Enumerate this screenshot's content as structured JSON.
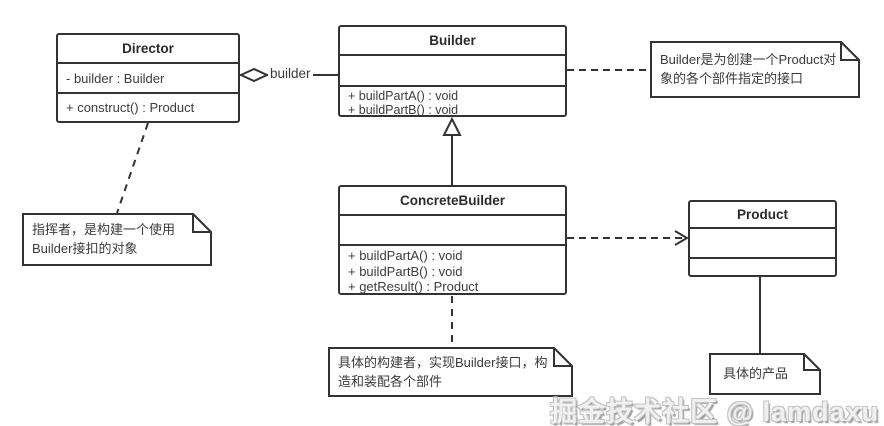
{
  "classes": [
    {
      "name": "Director",
      "attributes": [
        "- builder : Builder"
      ],
      "methods": [
        "+ construct()  : Product"
      ]
    },
    {
      "name": "Builder",
      "attributes": [],
      "methods": [
        "+ buildPartA() : void",
        "+ buildPartB() : void"
      ]
    },
    {
      "name": "ConcreteBuilder",
      "attributes": [],
      "methods": [
        "+ buildPartA() : void",
        "+ buildPartB() : void",
        "+ getResult() : Product"
      ]
    },
    {
      "name": "Product",
      "attributes": [],
      "methods": []
    }
  ],
  "notes": [
    {
      "text": "Builder是为创建一个Product对象的各个部件指定的接口",
      "attached_to": "Builder"
    },
    {
      "text": "指挥者，是构建一个使用Builder接扣的对象",
      "attached_to": "Director"
    },
    {
      "text": "具体的构建者，实现Builder接口，构造和装配各个部件",
      "attached_to": "ConcreteBuilder"
    },
    {
      "text": "具体的产品",
      "attached_to": "Product"
    }
  ],
  "edges": {
    "aggregation_label": "builder",
    "relationships": [
      {
        "from": "Director",
        "to": "Builder",
        "type": "aggregation",
        "label": "builder"
      },
      {
        "from": "ConcreteBuilder",
        "to": "Builder",
        "type": "generalization"
      },
      {
        "from": "ConcreteBuilder",
        "to": "Product",
        "type": "dependency"
      }
    ]
  },
  "watermark": "掘金技术社区 @ lamdaxu",
  "colors": {
    "line": "#333333",
    "background": "#ffffff",
    "text": "#3d3d3d",
    "watermark": "#f0f0f0"
  }
}
